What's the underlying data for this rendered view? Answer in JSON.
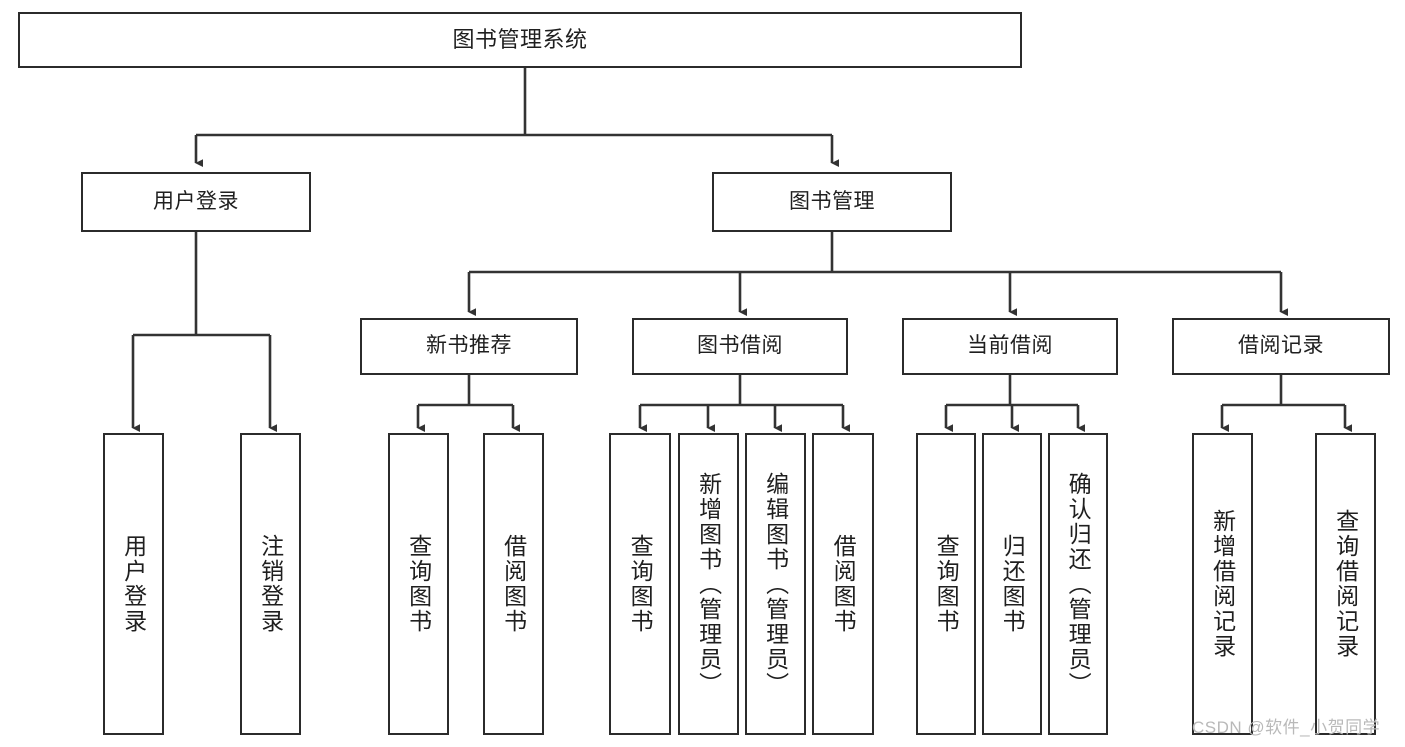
{
  "diagram": {
    "title": "图书管理系统",
    "type": "hierarchy-tree",
    "background_color": "#ffffff",
    "box_border_color": "#2b2b2b",
    "connector_color": "#333333",
    "levels": [
      {
        "level": 0,
        "nodes": [
          {
            "id": "root",
            "label": "图书管理系统",
            "orientation": "horizontal"
          }
        ]
      },
      {
        "level": 1,
        "nodes": [
          {
            "id": "login",
            "label": "用户登录",
            "orientation": "horizontal",
            "parent": "root"
          },
          {
            "id": "bookmgmt",
            "label": "图书管理",
            "orientation": "horizontal",
            "parent": "root"
          }
        ]
      },
      {
        "level": 2,
        "nodes": [
          {
            "id": "newbook",
            "label": "新书推荐",
            "orientation": "horizontal",
            "parent": "bookmgmt"
          },
          {
            "id": "borrow",
            "label": "图书借阅",
            "orientation": "horizontal",
            "parent": "bookmgmt"
          },
          {
            "id": "current",
            "label": "当前借阅",
            "orientation": "horizontal",
            "parent": "bookmgmt"
          },
          {
            "id": "records",
            "label": "借阅记录",
            "orientation": "horizontal",
            "parent": "bookmgmt"
          }
        ]
      },
      {
        "level": 3,
        "nodes": [
          {
            "id": "leaf-user-login",
            "label": "用户登录",
            "orientation": "vertical",
            "parent": "login"
          },
          {
            "id": "leaf-user-logout",
            "label": "注销登录",
            "orientation": "vertical",
            "parent": "login"
          },
          {
            "id": "leaf-newbook-query",
            "label": "查询图书",
            "orientation": "vertical",
            "parent": "newbook"
          },
          {
            "id": "leaf-newbook-borrow",
            "label": "借阅图书",
            "orientation": "vertical",
            "parent": "newbook"
          },
          {
            "id": "leaf-borrow-query",
            "label": "查询图书",
            "orientation": "vertical",
            "parent": "borrow"
          },
          {
            "id": "leaf-borrow-add",
            "label": "新增图书（管理员）",
            "orientation": "vertical",
            "parent": "borrow"
          },
          {
            "id": "leaf-borrow-edit",
            "label": "编辑图书（管理员）",
            "orientation": "vertical",
            "parent": "borrow"
          },
          {
            "id": "leaf-borrow-lend",
            "label": "借阅图书",
            "orientation": "vertical",
            "parent": "borrow"
          },
          {
            "id": "leaf-current-query",
            "label": "查询图书",
            "orientation": "vertical",
            "parent": "current"
          },
          {
            "id": "leaf-current-return",
            "label": "归还图书",
            "orientation": "vertical",
            "parent": "current"
          },
          {
            "id": "leaf-current-confirm",
            "label": "确认归还（管理员）",
            "orientation": "vertical",
            "parent": "current"
          },
          {
            "id": "leaf-records-add",
            "label": "新增借阅记录",
            "orientation": "vertical",
            "parent": "records"
          },
          {
            "id": "leaf-records-query",
            "label": "查询借阅记录",
            "orientation": "vertical",
            "parent": "records"
          }
        ]
      }
    ]
  },
  "watermark": {
    "text": "CSDN @软件_小贺同学",
    "color": "#b9b9b9"
  }
}
